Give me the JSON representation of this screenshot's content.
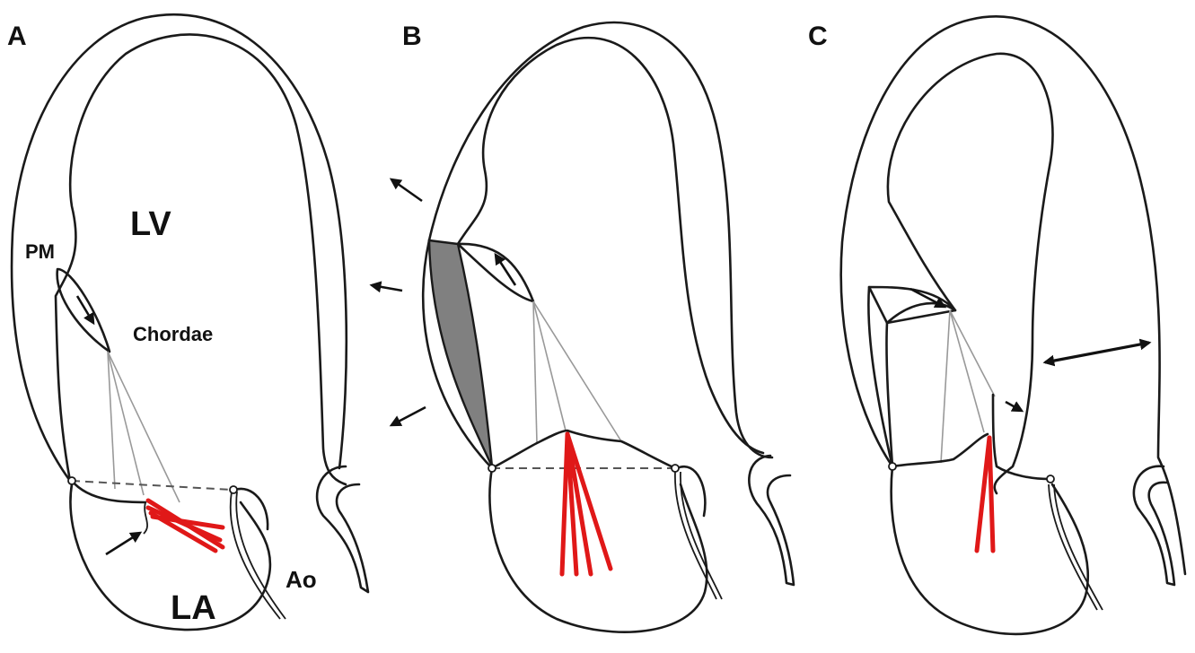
{
  "panels": [
    {
      "id": "A",
      "label": "A"
    },
    {
      "id": "B",
      "label": "B"
    },
    {
      "id": "C",
      "label": "C"
    }
  ],
  "labels": {
    "lv": "LV",
    "pm": "PM",
    "chordae": "Chordae",
    "la": "LA",
    "ao": "Ao"
  },
  "colors": {
    "leaflet": "#e01818",
    "outline": "#1a1a1a",
    "chordae": "#999999",
    "infarct": "#808080"
  }
}
